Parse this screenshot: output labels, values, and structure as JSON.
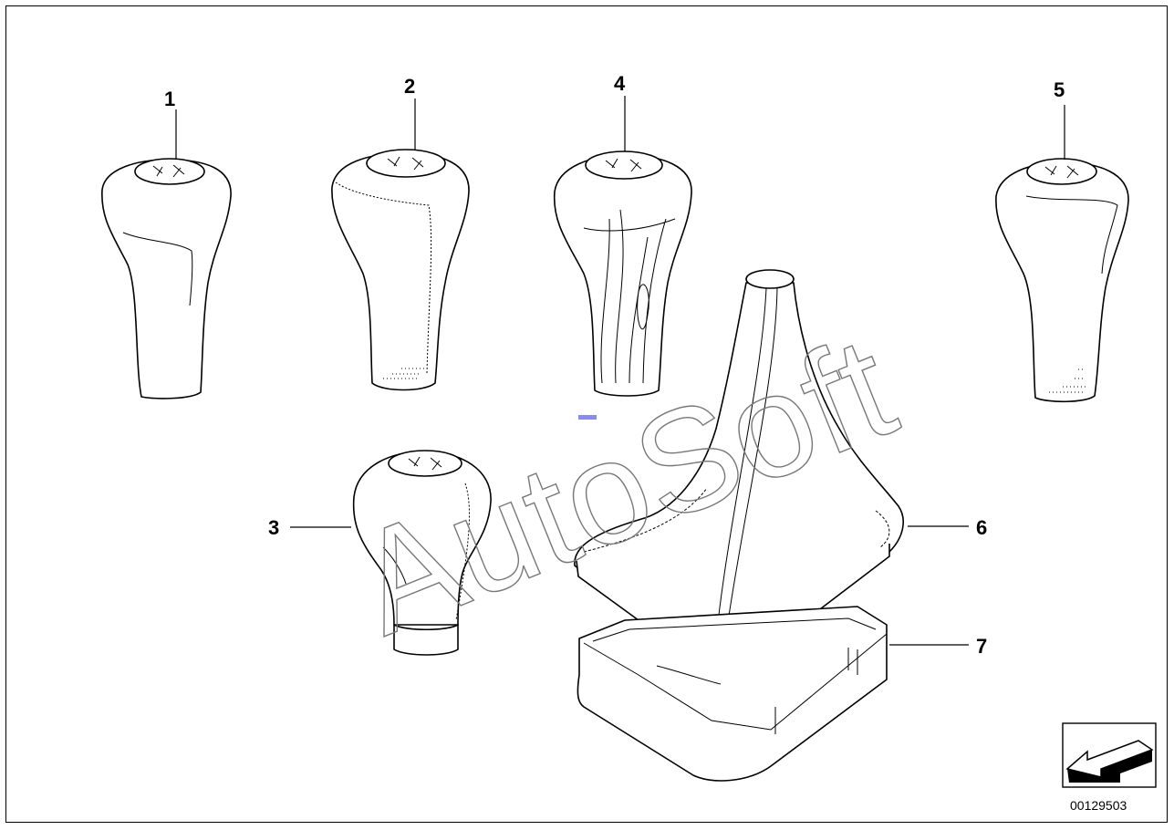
{
  "callouts": {
    "c1": "1",
    "c2": "2",
    "c3": "3",
    "c4": "4",
    "c5": "5",
    "c6": "6",
    "c7": "7"
  },
  "watermark": "AutoSoft",
  "reference_number": "00129503",
  "icons": {
    "nav_arrow": "arrow-down-left-icon"
  },
  "colors": {
    "line": "#000000",
    "background": "#ffffff",
    "watermark": "#777777",
    "marker": "#8888ff"
  }
}
